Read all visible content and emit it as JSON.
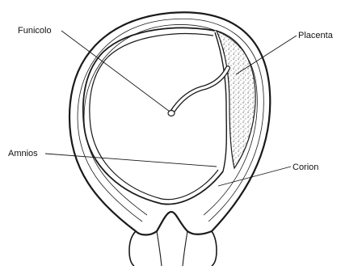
{
  "diagram": {
    "labels": {
      "funicolo": "Funicolo",
      "placenta": "Placenta",
      "amnios": "Amnios",
      "corion": "Corion"
    },
    "colors": {
      "ink": "#1a1a1a",
      "background": "#ffffff"
    }
  }
}
